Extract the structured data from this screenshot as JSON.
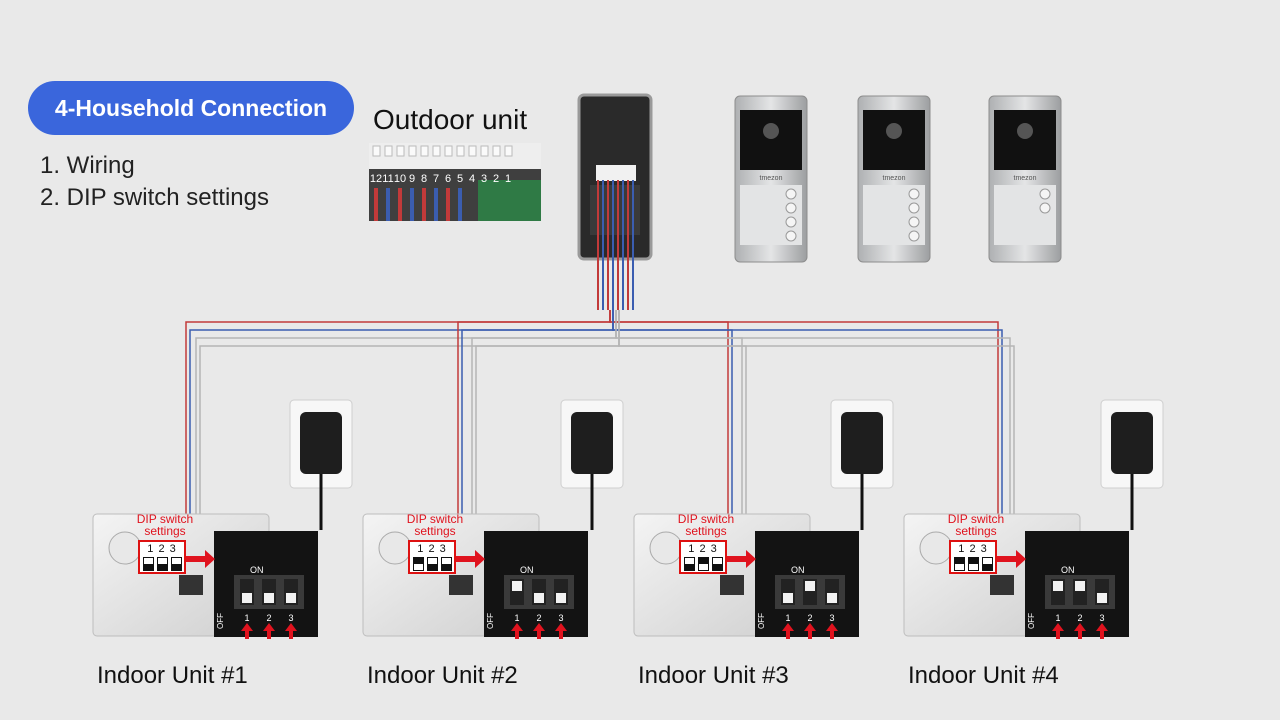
{
  "header": {
    "title": "4-Household Connection",
    "steps": [
      "1. Wiring",
      "2. DIP switch settings"
    ]
  },
  "outdoor": {
    "label": "Outdoor unit",
    "terminal_numbers": [
      "12",
      "11",
      "10",
      "9",
      "8",
      "7",
      "6",
      "5",
      "4",
      "3",
      "2",
      "1"
    ],
    "brand": "tmezon"
  },
  "indoor_units": [
    {
      "label": "Indoor Unit #1",
      "dip_note": "DIP switch settings",
      "dip_numbers": "1 2 3",
      "switch_on": [
        false,
        false,
        false
      ]
    },
    {
      "label": "Indoor Unit #2",
      "dip_note": "DIP switch settings",
      "dip_numbers": "1 2 3",
      "switch_on": [
        true,
        false,
        false
      ]
    },
    {
      "label": "Indoor Unit #3",
      "dip_note": "DIP switch settings",
      "dip_numbers": "1 2 3",
      "switch_on": [
        false,
        true,
        false
      ]
    },
    {
      "label": "Indoor Unit #4",
      "dip_note": "DIP switch settings",
      "dip_numbers": "1 2 3",
      "switch_on": [
        true,
        true,
        false
      ]
    }
  ],
  "dip_panel": {
    "on_label": "ON",
    "off_label": "OFF",
    "switch_labels": [
      "1",
      "2",
      "3"
    ]
  },
  "colors": {
    "accent": "#3a66dc",
    "highlight": "#e0131e",
    "wire_red": "#c23a3a",
    "wire_blue": "#3b5db0",
    "wire_gray": "#b5b5b5"
  }
}
